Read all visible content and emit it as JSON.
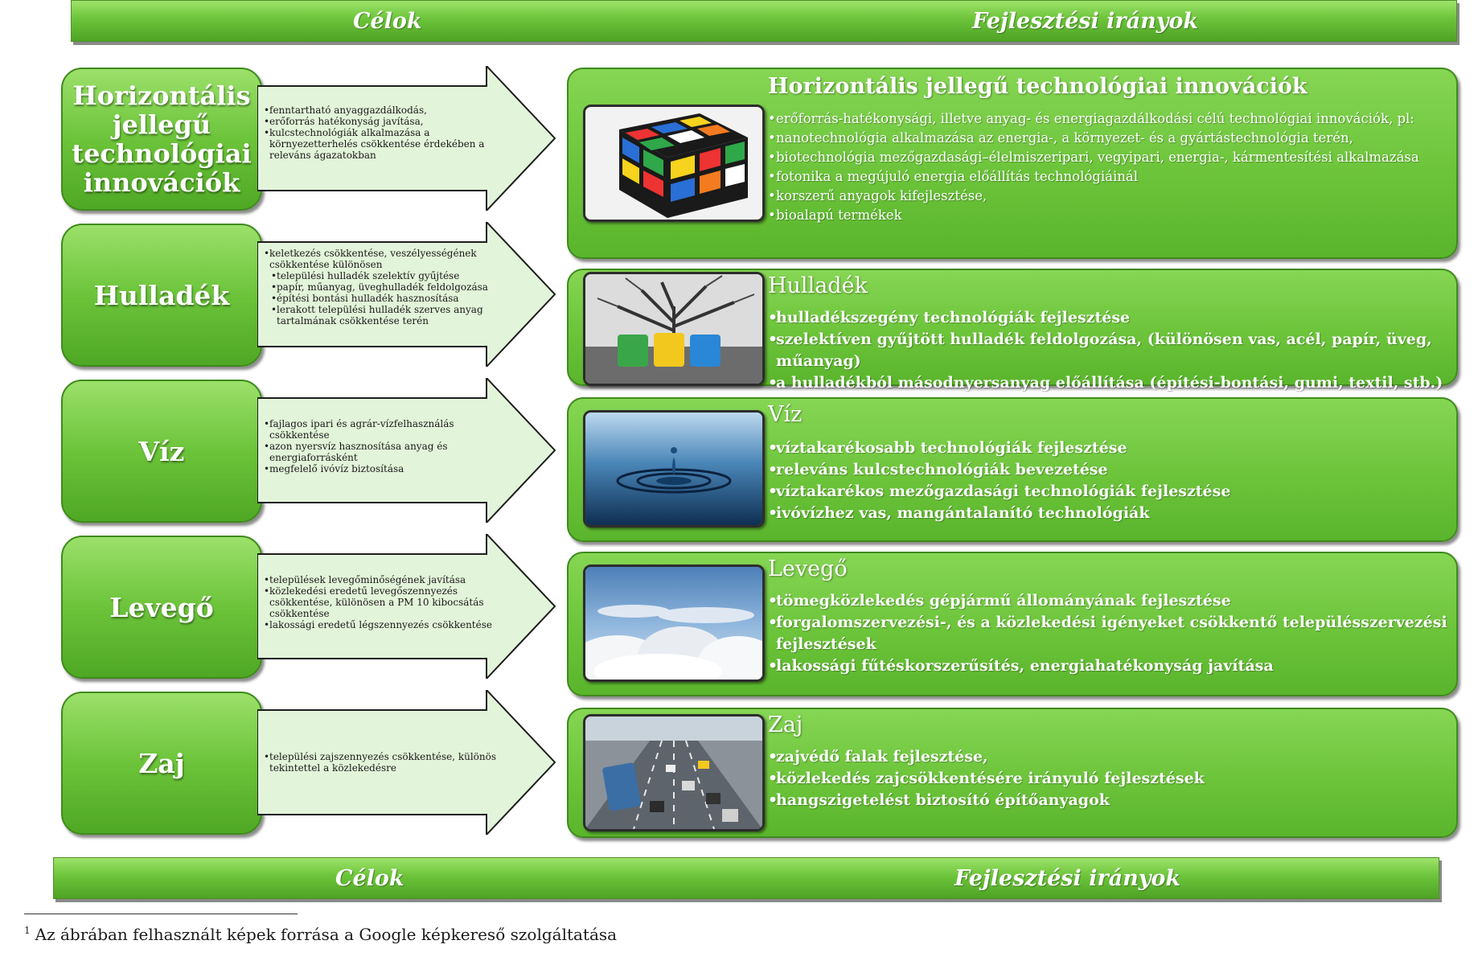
{
  "header": {
    "left": "Célok",
    "right": "Fejlesztési irányok"
  },
  "footer_banner": {
    "left": "Célok",
    "right": "Fejlesztési irányok"
  },
  "rows": [
    {
      "goal_lines": [
        "Horizontális",
        "jellegű",
        "technológiai",
        "innovációk"
      ],
      "arrow_items": [
        "fenntartható anyaggazdálkodás,",
        "erőforrás hatékonyság javítása,",
        "kulcstechnológiák alkalmazása a környezetterhelés csökkentése érdekében a releváns ágazatokban"
      ],
      "dev_title": "Horizontális jellegű technológiai innovációk",
      "dev_items": [
        "erőforrás-hatékonysági, illetve anyag- és energiagazdálkodási célú technológiai innovációk, pl:",
        "nanotechnológia alkalmazása az energia-, a környezet- és a gyártástechnológia terén,",
        "biotechnológia mezőgazdasági–élelmiszeripari, vegyipari, energia-, kármentesítési alkalmazása",
        "fotonika a megújuló energia előállítás technológiáinál",
        "korszerű anyagok kifejlesztése,",
        "bioalapú termékek"
      ],
      "image": "rubiks-cube-photo"
    },
    {
      "goal_lines": [
        "Hulladék"
      ],
      "arrow_items": [
        "keletkezés csökkentése, veszélyességének csökkentése különösen",
        "települési hulladék szelektív gyűjtése",
        "papír, műanyag, üveghulladék feldolgozása",
        "építési bontási hulladék hasznosítása",
        "lerakott települési hulladék szerves anyag tartalmának csökkentése terén"
      ],
      "dev_title": "Hulladék",
      "dev_items": [
        "hulladékszegény technológiák fejlesztése",
        "szelektíven gyűjtött hulladék feldolgozása, (különösen vas, acél, papír, üveg, műanyag)",
        "a hulladékból másodnyersanyag előállítása (építési-bontási, gumi, textil, stb.)"
      ],
      "image": "recycling-bins-photo"
    },
    {
      "goal_lines": [
        "Víz"
      ],
      "arrow_items": [
        "fajlagos ipari és agrár-vízfelhasználás csökkentése",
        "azon nyersvíz hasznosítása anyag és energiaforrásként",
        "megfelelő ivóvíz biztosítása"
      ],
      "dev_title": "Víz",
      "dev_items": [
        "víztakarékosabb technológiák fejlesztése",
        "releváns kulcstechnológiák bevezetése",
        "víztakarékos mezőgazdasági technológiák fejlesztése",
        "ivóvízhez vas, mangántalanító technológiák"
      ],
      "image": "water-drop-photo"
    },
    {
      "goal_lines": [
        "Levegő"
      ],
      "arrow_items": [
        "települések levegőminőségének javítása",
        "közlekedési eredetű levegőszennyezés csökkentése, különösen a PM 10 kibocsátás csökkentése",
        "lakossági eredetű légszennyezés csökkentése"
      ],
      "dev_title": "Levegő",
      "dev_items": [
        "tömegközlekedés gépjármű állományának fejlesztése",
        "forgalomszervezési-, és a közlekedési igényeket csökkentő településszervezési fejlesztések",
        "lakossági fűtéskorszerűsítés, energiahatékonyság javítása"
      ],
      "image": "clouds-sky-photo"
    },
    {
      "goal_lines": [
        "Zaj"
      ],
      "arrow_items": [
        "települési zajszennyezés csökkentése, különös tekintettel a közlekedésre"
      ],
      "dev_title": "Zaj",
      "dev_items": [
        "zajvédő falak fejlesztése,",
        "közlekedés zajcsökkentésére irányuló fejlesztések",
        "hangszigetelést biztosító építőanyagok"
      ],
      "image": "highway-traffic-photo"
    }
  ],
  "footnote": {
    "mark": "1",
    "text": "Az ábrában felhasznált képek forrása a Google képkereső szolgáltatása"
  },
  "colors": {
    "green": "#6cc43a",
    "dark_green": "#3f8a1d",
    "arrow_fill": "#e2f4d9"
  }
}
